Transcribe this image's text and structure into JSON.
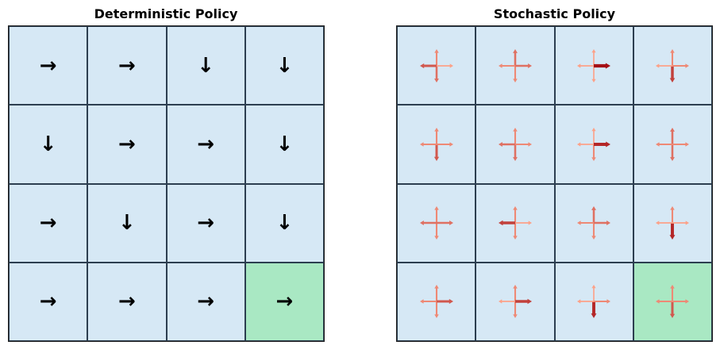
{
  "deterministic": {
    "title": "Deterministic Policy",
    "arrows": [
      [
        "→",
        "→",
        "↓",
        "↓"
      ],
      [
        "↓",
        "→",
        "→",
        "↓"
      ],
      [
        "→",
        "↓",
        "→",
        "↓"
      ],
      [
        "→",
        "→",
        "→",
        "→"
      ]
    ]
  },
  "stochastic": {
    "title": "Stochastic Policy",
    "probabilities": [
      [
        {
          "up": 0.2,
          "down": 0.3,
          "left": 0.4,
          "right": 0.1
        },
        {
          "up": 0.3,
          "down": 0.2,
          "left": 0.2,
          "right": 0.3
        },
        {
          "up": 0.1,
          "down": 0.1,
          "left": 0.1,
          "right": 0.7
        },
        {
          "up": 0.2,
          "down": 0.5,
          "left": 0.1,
          "right": 0.2
        }
      ],
      [
        {
          "up": 0.2,
          "down": 0.4,
          "left": 0.2,
          "right": 0.2
        },
        {
          "up": 0.2,
          "down": 0.3,
          "left": 0.3,
          "right": 0.2
        },
        {
          "up": 0.1,
          "down": 0.2,
          "left": 0.1,
          "right": 0.6
        },
        {
          "up": 0.3,
          "down": 0.3,
          "left": 0.2,
          "right": 0.2
        }
      ],
      [
        {
          "up": 0.2,
          "down": 0.2,
          "left": 0.3,
          "right": 0.3
        },
        {
          "up": 0.2,
          "down": 0.2,
          "left": 0.5,
          "right": 0.1
        },
        {
          "up": 0.3,
          "down": 0.2,
          "left": 0.2,
          "right": 0.3
        },
        {
          "up": 0.2,
          "down": 0.6,
          "left": 0.1,
          "right": 0.1
        }
      ],
      [
        {
          "up": 0.2,
          "down": 0.2,
          "left": 0.2,
          "right": 0.4
        },
        {
          "up": 0.2,
          "down": 0.2,
          "left": 0.1,
          "right": 0.5
        },
        {
          "up": 0.1,
          "down": 0.6,
          "left": 0.1,
          "right": 0.2
        },
        {
          "up": 0.2,
          "down": 0.4,
          "left": 0.2,
          "right": 0.2
        }
      ]
    ]
  },
  "goal_cell": {
    "row": 3,
    "col": 3
  },
  "colors": {
    "cell": "#d6e8f5",
    "goal": "#a9e8c3",
    "border": "#2c3e50"
  }
}
